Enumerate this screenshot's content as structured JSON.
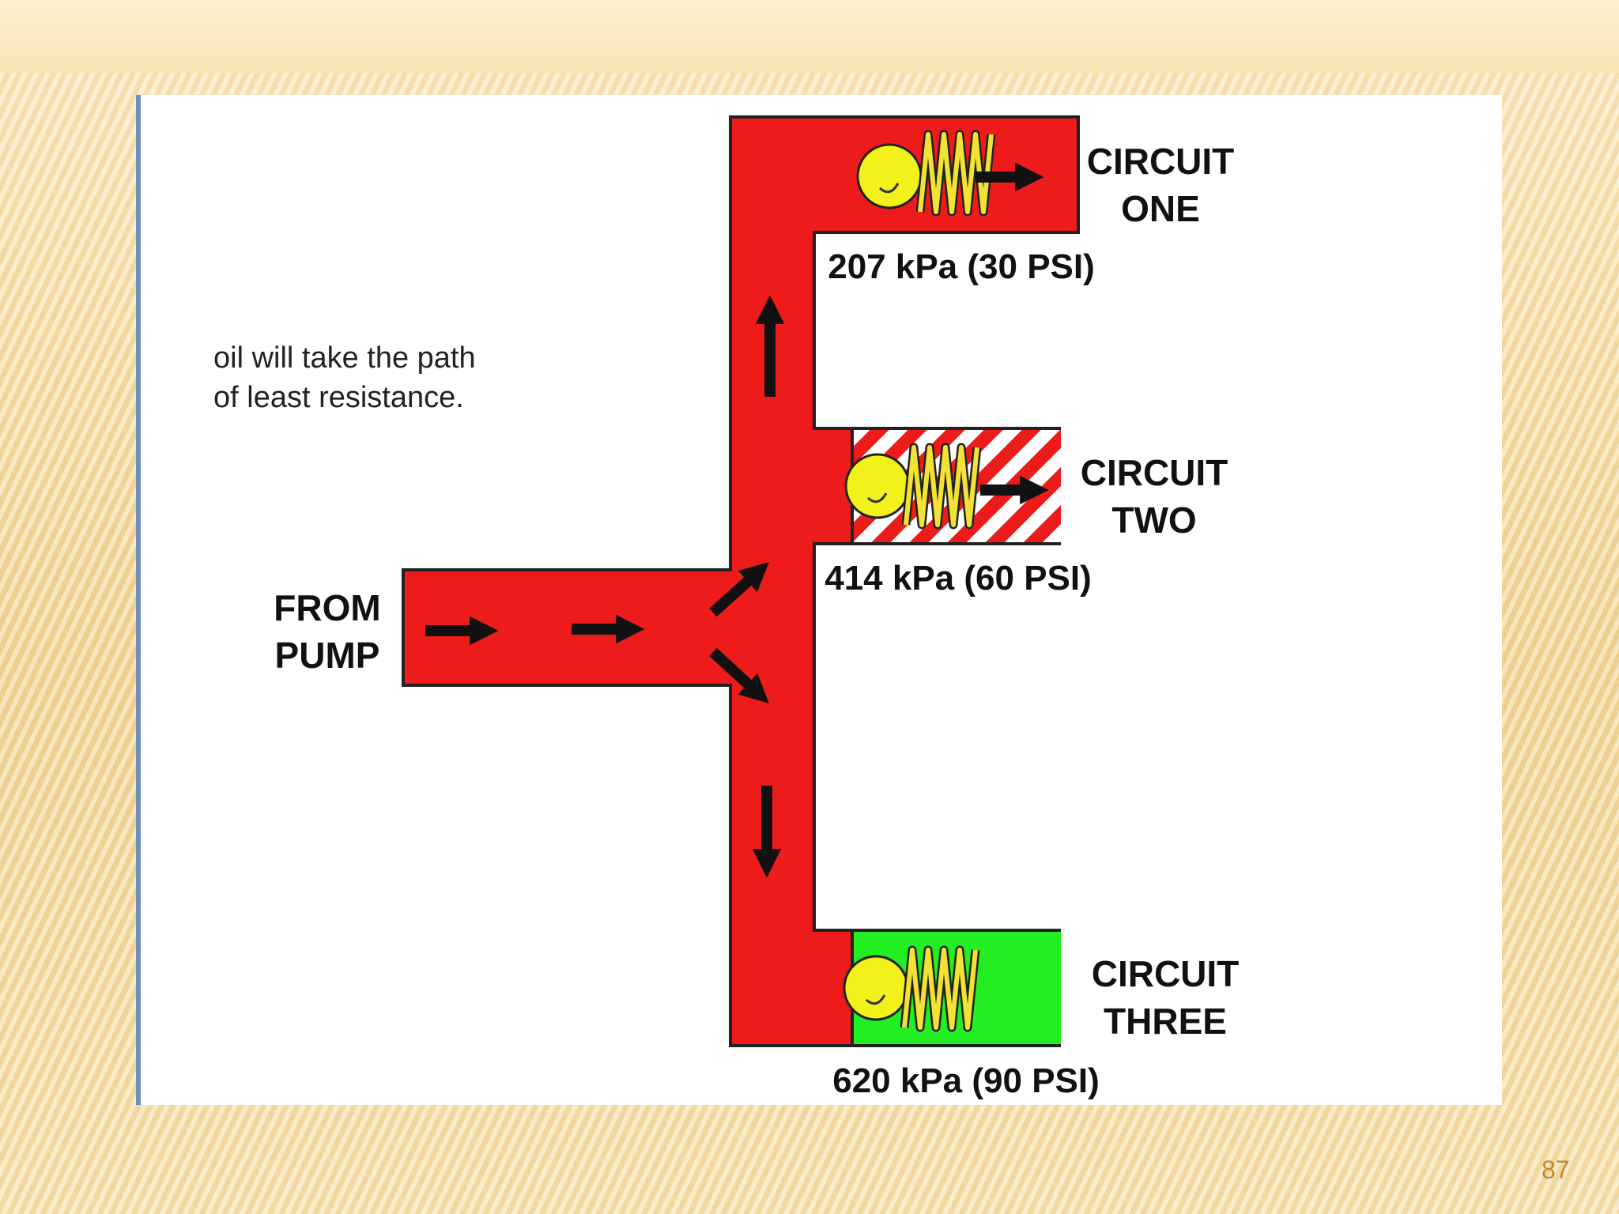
{
  "note": {
    "line1": "oil will take  the path",
    "line2": "of least resistance."
  },
  "inlet": {
    "label_line1": "FROM",
    "label_line2": "PUMP"
  },
  "circuits": [
    {
      "name_line1": "CIRCUIT",
      "name_line2": "ONE",
      "pressure": "207 kPa (30 PSI)",
      "state": "open",
      "fill_color": "#ee1b1b"
    },
    {
      "name_line1": "CIRCUIT",
      "name_line2": "TWO",
      "pressure": "414 kPa (60 PSI)",
      "state": "partially open",
      "fill_color": "#ee1b1b"
    },
    {
      "name_line1": "CIRCUIT",
      "name_line2": "THREE",
      "pressure": "620 kPa (90 PSI)",
      "state": "closed",
      "fill_color": "#22ee22"
    }
  ],
  "colors": {
    "oil": "#ee1b1b",
    "no_flow": "#22ee22",
    "ball": "#f2f21a",
    "spring": "#f2e236"
  },
  "page_number": "87"
}
